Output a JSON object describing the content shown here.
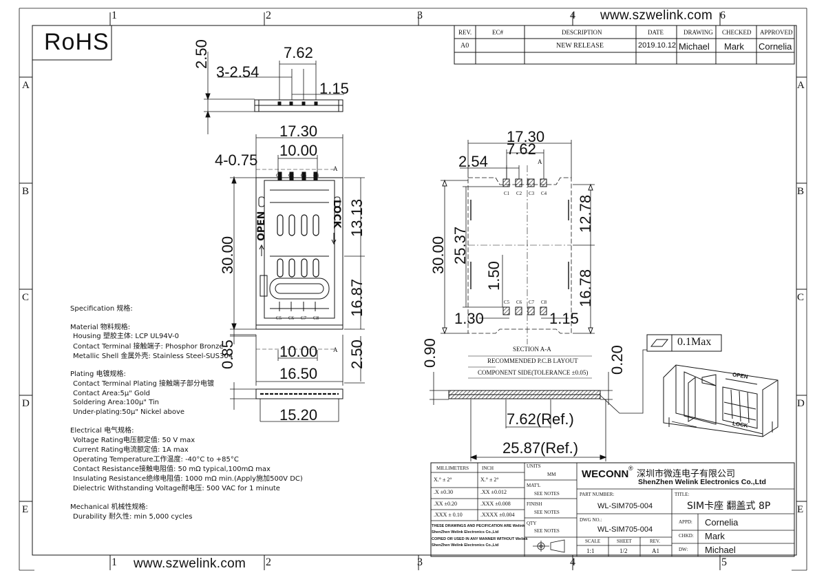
{
  "website": "www.szwelink.com",
  "rohs": "RoHS",
  "grid": {
    "cols": [
      "1",
      "2",
      "3",
      "4",
      "5",
      "6"
    ],
    "rows": [
      "A",
      "B",
      "C",
      "D",
      "E"
    ]
  },
  "revision_table": {
    "headers": [
      "REV.",
      "EC#",
      "DESCRIPTION",
      "DATE",
      "DRAWING",
      "CHECKED",
      "APPROVED"
    ],
    "row": [
      "A0",
      "",
      "NEW RELEASE",
      "2019.10.12",
      "Michael",
      "Mark",
      "Cornelia"
    ]
  },
  "specs": {
    "title": "Specification 规格:",
    "material_title": "Material 物料规格:",
    "material": [
      "Housing  塑胶主体: LCP UL94V-0",
      "Contact Terminal 接触端子: Phosphor Bronze",
      "Metallic Shell 金属外壳: Stainless Steel-SUS304"
    ],
    "plating_title": "Plating 电镀规格:",
    "plating": [
      "Contact Terminal Plating        接触端子部分电镀",
      "Contact Area:5μ\" Gold",
      "Soldering Area:100μ\" Tin",
      "Under-plating:50μ\" Nickel above"
    ],
    "electrical_title": "Electrical 电气规格:",
    "electrical": [
      "Voltage Rating电压额定值: 50 V max",
      "Current Rating电流额定值: 1A max",
      "Operating Temperature工作温度: -40°C to +85°C",
      "Contact Resistance接触电阻值: 50 mΩ typical,100mΩ max",
      "Insulating Resistance绝缘电阻值: 1000 mΩ min.(Apply施加500V DC)",
      "Dielectric Withstanding Voltage耐电压: 500 VAC for 1 minute"
    ],
    "mechanical_title": "Mechanical 机械性规格:",
    "mechanical": [
      "Durability 耐久性: min 5,000 cycles"
    ]
  },
  "dims": {
    "top": [
      "2.50",
      "3-2.54",
      "7.62",
      "1.15"
    ],
    "left": [
      "17.30",
      "10.00",
      "4-0.75",
      "13.13",
      "30.00",
      "16.87",
      "0.85",
      "10.00",
      "2.50",
      "16.50",
      "15.20"
    ],
    "right": [
      "17.30",
      "7.62",
      "2.54",
      "12.78",
      "30.00",
      "25.37",
      "1.50",
      "16.78",
      "1.30",
      "1.15",
      "0.90",
      "0.20",
      "7.62(Ref.)",
      "25.87(Ref.)"
    ]
  },
  "labels": {
    "open": "OPEN",
    "lock": "LOCK",
    "a": "A",
    "c_top": [
      "C1",
      "C2",
      "C3",
      "C4"
    ],
    "c_bot": [
      "C5",
      "C6",
      "C7",
      "C8"
    ],
    "section": "SECTION A-A",
    "pcb": "RECOMMENDED P.C.B LAYOUT",
    "component": "COMPONENT SIDE(TOLERANCE ±0.05)",
    "flatness": "0.1Max"
  },
  "title_block": {
    "tol_head": [
      "MILLIMETERS",
      "INCH"
    ],
    "tol_rows": [
      [
        "X.°  ± 2°",
        "X.°  ± 2°"
      ],
      [
        ".X   ±0.30",
        ".XX  ±0.012"
      ],
      [
        ".XX  ±0.20",
        ".XXX  ±0.008"
      ],
      [
        ".XXX ± 0.10",
        ".XXXX ±0.004"
      ]
    ],
    "units_label": "UNITS",
    "units": "MM",
    "matl_label": "MAT'L",
    "see_notes": "SEE NOTES",
    "finish_label": "FINISH",
    "qty_label": "QTY",
    "disclaimer": [
      "THESE DRAWINGS AND PECIFICATION  ARE Welink",
      "ShenZhen Welink Electronics Co.,Ltd",
      " COPIED OR USED IN ANY MANNER WITHOUT Welink",
      "ShenZhen Welink Electronics Co.,Ltd"
    ],
    "company_brand": "WECONN",
    "reg_mark": "®",
    "company_cn": "深圳市微连电子有限公司",
    "company_en": "ShenZhen Welink Electronics Co.,Ltd",
    "part_label": "PART NUMBER:",
    "part": "WL-SIM705-004",
    "title_label": "TITLE:",
    "title": "SIM卡座 翻盖式  8P",
    "dwg_label": "DWG NO.:",
    "dwg": "WL-SIM705-004",
    "appd_label": "APPD:",
    "appd": "Cornelia",
    "chkd_label": "CHKD:",
    "chkd": "Mark",
    "dw_label": "DW:",
    "dw": "Michael",
    "scale_label": "SCALE",
    "sheet_label": "SHEET",
    "rev_label": "REV.",
    "scale": "1:1",
    "sheet": "1/2",
    "rev": "A1"
  },
  "colors": {
    "ink": "#111111",
    "paper": "#ffffff"
  }
}
